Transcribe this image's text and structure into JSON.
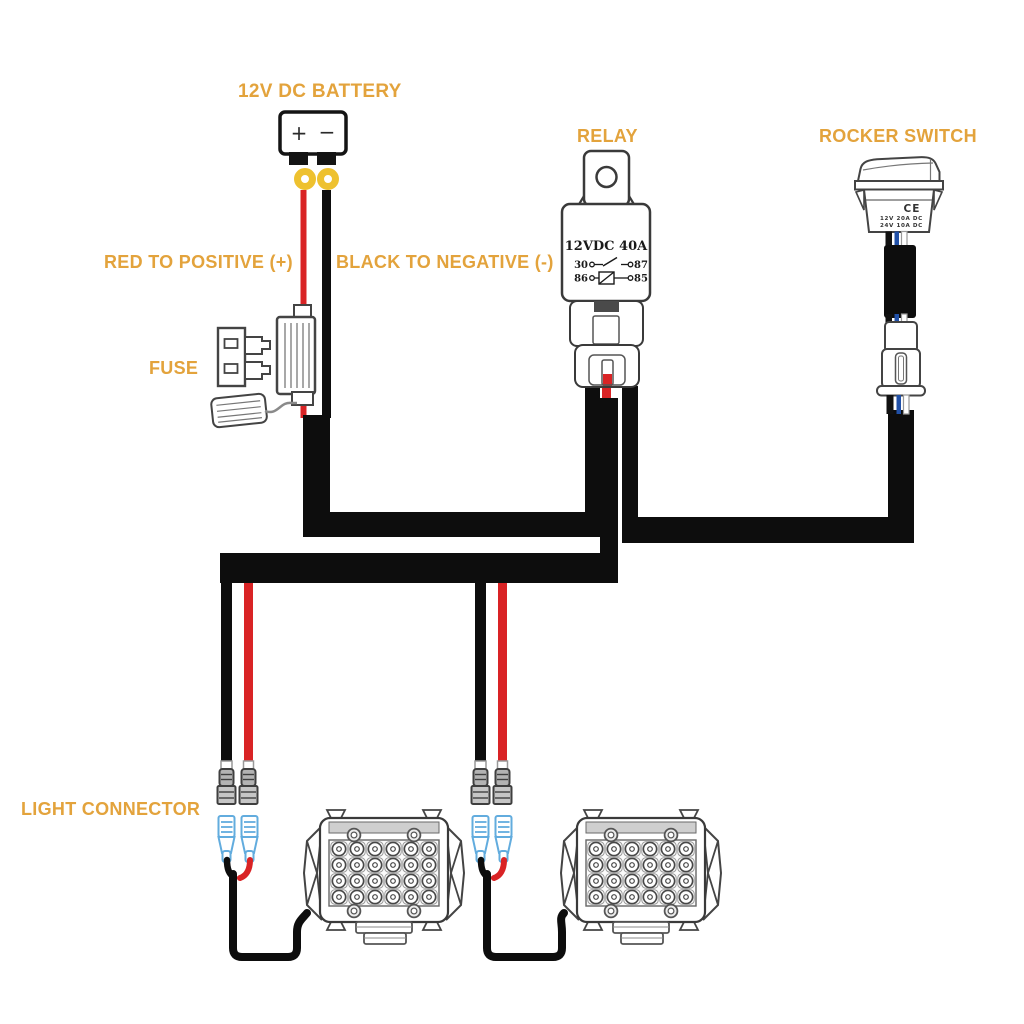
{
  "labels": {
    "battery": "12V DC BATTERY",
    "relay": "RELAY",
    "rocker_switch": "ROCKER SWITCH",
    "red_wire": "RED TO POSITIVE (+)",
    "black_wire": "BLACK TO NEGATIVE (-)",
    "fuse": "FUSE",
    "light_connector": "LIGHT CONNECTOR"
  },
  "battery": {
    "plus": "+",
    "minus": "−"
  },
  "relay": {
    "rating": "12VDC 40A",
    "pin_30": "30",
    "pin_87": "87",
    "pin_86": "86",
    "pin_85": "85"
  },
  "rocker_switch": {
    "ce_mark": "CE",
    "rating_row1": "12V 20A DC",
    "rating_row2": "24V 10A DC"
  },
  "colors": {
    "label_orange": "#E3A33C",
    "wire_red": "#D92325",
    "wire_black": "#0D0D0D",
    "terminal_yellow": "#EEC12F",
    "connector_blue": "#62ACDE",
    "switch_wire_blue": "#2050A8"
  }
}
